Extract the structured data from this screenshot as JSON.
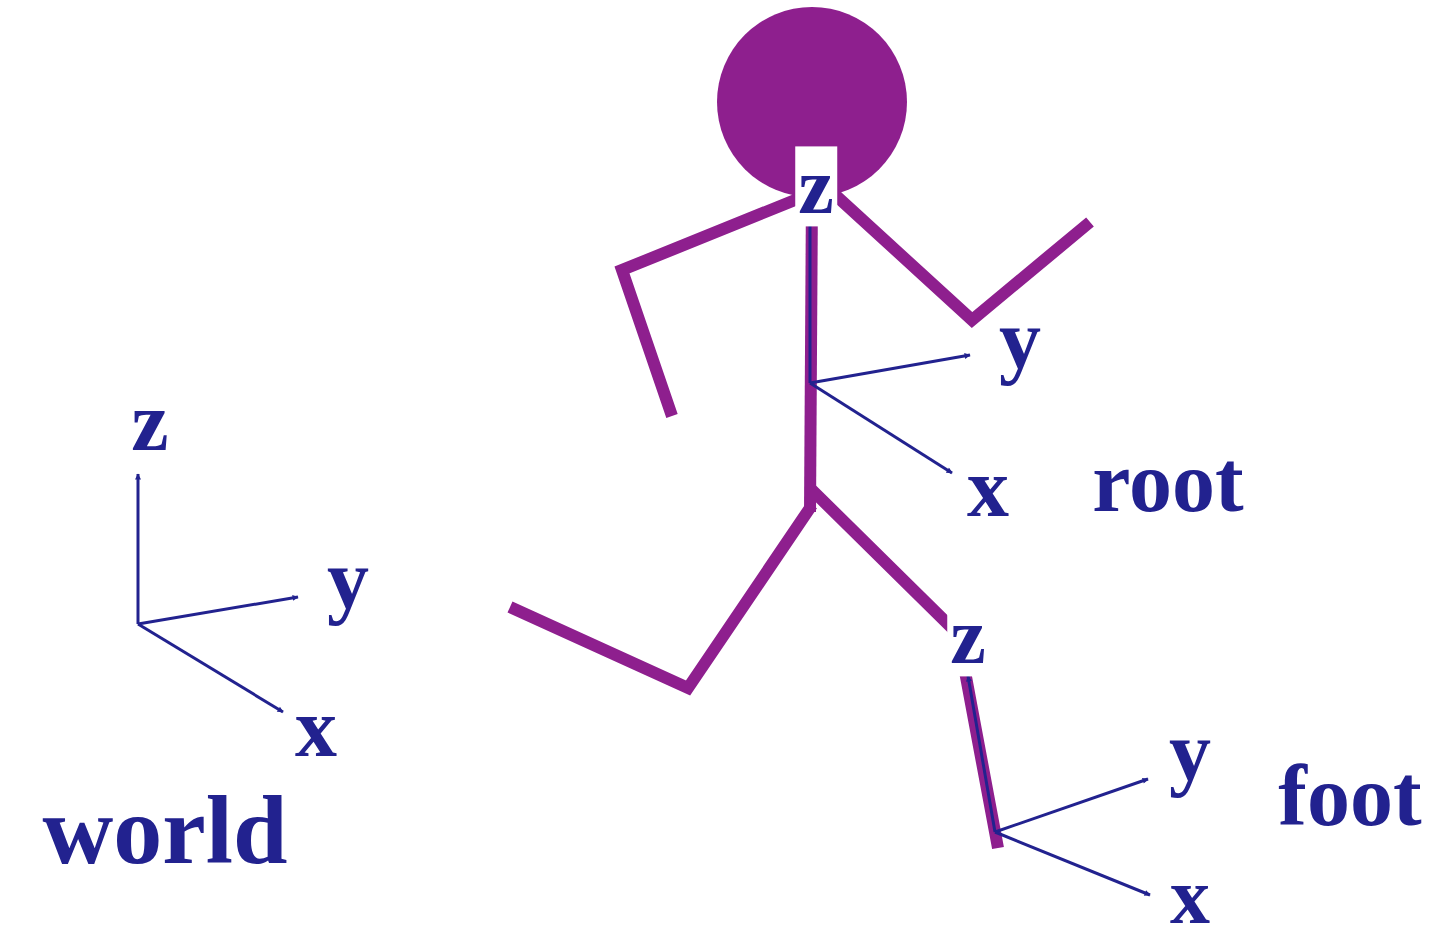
{
  "diagram": {
    "labels": [
      "z",
      "y",
      "x",
      "world",
      "z",
      "y",
      "x",
      "root",
      "z",
      "y",
      "x",
      "foot"
    ]
  }
}
